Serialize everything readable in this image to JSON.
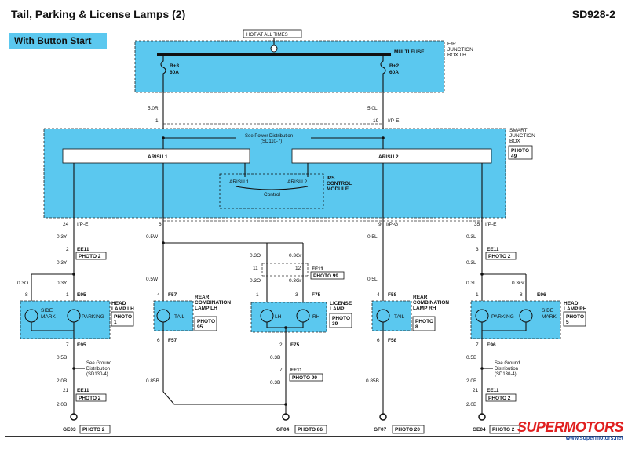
{
  "header": {
    "title": "Tail, Parking & License Lamps (2)",
    "code": "SD928-2"
  },
  "variant": "With Button Start",
  "hot_label": "HOT AT ALL TIMES",
  "er_box": {
    "label": "E/R JUNCTION BOX LH",
    "fuse_label": "MULTI FUSE",
    "fuse1": {
      "name": "B+3",
      "rating": "60A"
    },
    "fuse2": {
      "name": "B+2",
      "rating": "60A"
    }
  },
  "wires_top": {
    "left": "5.0R",
    "right": "5.0L",
    "pin1": "1",
    "pin19": "19",
    "conn": "I/P-E"
  },
  "smart_box": {
    "label": "SMART JUNCTION BOX",
    "photo": "PHOTO 49",
    "power_note": "See Power Distribution (SD110-7)",
    "arisu1": "ARISU 1",
    "arisu2": "ARISU 2",
    "ips_label": "IPS CONTROL MODULE",
    "ips_a1": "ARISU 1",
    "ips_a2": "ARISU 2",
    "ips_control": "Control"
  },
  "pins": {
    "p24": "24",
    "p6": "6",
    "p9": "9",
    "p35": "35",
    "ipe": "I/P-E",
    "ipg": "I/P-G"
  },
  "col1": {
    "w1": "0.3Y",
    "pin2": "2",
    "conn": "EE11",
    "photo": "PHOTO 2",
    "w2": "0.3Y",
    "wo": "0.3O",
    "wy": "0.3Y",
    "p8": "8",
    "p1": "1",
    "e95": "E95",
    "lamp": "HEAD LAMP LH",
    "lamp_photo": "PHOTO 1",
    "side": "SIDE MARK",
    "parking": "PARKING",
    "p7": "7",
    "e95b": "E95",
    "w3": "0.5B",
    "ground_note": "See Ground Distribution (SD130-4)",
    "w4": "2.0B",
    "p21": "21",
    "conn2": "EE11",
    "photo2": "PHOTO 2",
    "w5": "2.0B",
    "gnd": "GE03",
    "gnd_photo": "PHOTO 2"
  },
  "col2": {
    "w1": "0.5W",
    "w2": "0.5W",
    "p4": "4",
    "f57": "F57",
    "lamp": "REAR COMBINATION LAMP LH",
    "lamp_photo": "PHOTO 95",
    "tail": "TAIL",
    "p6": "6",
    "f57b": "F57",
    "w3": "0.85B"
  },
  "col3": {
    "wo": "0.3O",
    "wgr": "0.3Gr",
    "p11": "11",
    "p12": "12",
    "ff11": "FF11",
    "photo": "PHOTO 99",
    "wo2": "0.3O",
    "wgr2": "0.3Gr",
    "p1": "1",
    "p3": "3",
    "f75": "F75",
    "lamp": "LICENSE LAMP",
    "lamp_photo": "PHOTO 39",
    "lh": "LH",
    "rh": "RH",
    "p2": "2",
    "f75b": "F75",
    "w1": "0.3B",
    "p7": "7",
    "ff11b": "FF11",
    "photo2": "PHOTO 99",
    "w2": "0.3B",
    "gnd": "GF04",
    "gnd_photo": "PHOTO 86"
  },
  "col4": {
    "w1": "0.5L",
    "w2": "0.5L",
    "p4": "4",
    "f58": "F58",
    "lamp": "REAR COMBINATION LAMP RH",
    "lamp_photo": "PHOTO 8",
    "tail": "TAIL",
    "p6": "6",
    "f58b": "F58",
    "w3": "0.85B",
    "gnd": "GF07",
    "gnd_photo": "PHOTO 20"
  },
  "col5": {
    "w1": "0.3L",
    "p3": "3",
    "conn": "EE11",
    "photo": "PHOTO 2",
    "w2": "0.3L",
    "wl": "0.3L",
    "wgr": "0.3Gr",
    "p1": "1",
    "p8": "8",
    "e96": "E96",
    "lamp": "HEAD LAMP RH",
    "lamp_photo": "PHOTO 5",
    "side": "SIDE MARK",
    "parking": "PARKING",
    "p7": "7",
    "e96b": "E96",
    "w3": "0.5B",
    "ground_note": "See Ground Distribution (SD130-4)",
    "w4": "2.0B",
    "p21": "21",
    "conn2": "EE11",
    "photo2": "PHOTO 2",
    "w5": "2.0B",
    "gnd": "GE04",
    "gnd_photo": "PHOTO 2"
  },
  "watermark": {
    "main": "SUPERMOTORS",
    "sub": "www.supermotors.net"
  },
  "colors": {
    "box_fill": "#5bc8ef",
    "accent_red": "#e02020"
  }
}
